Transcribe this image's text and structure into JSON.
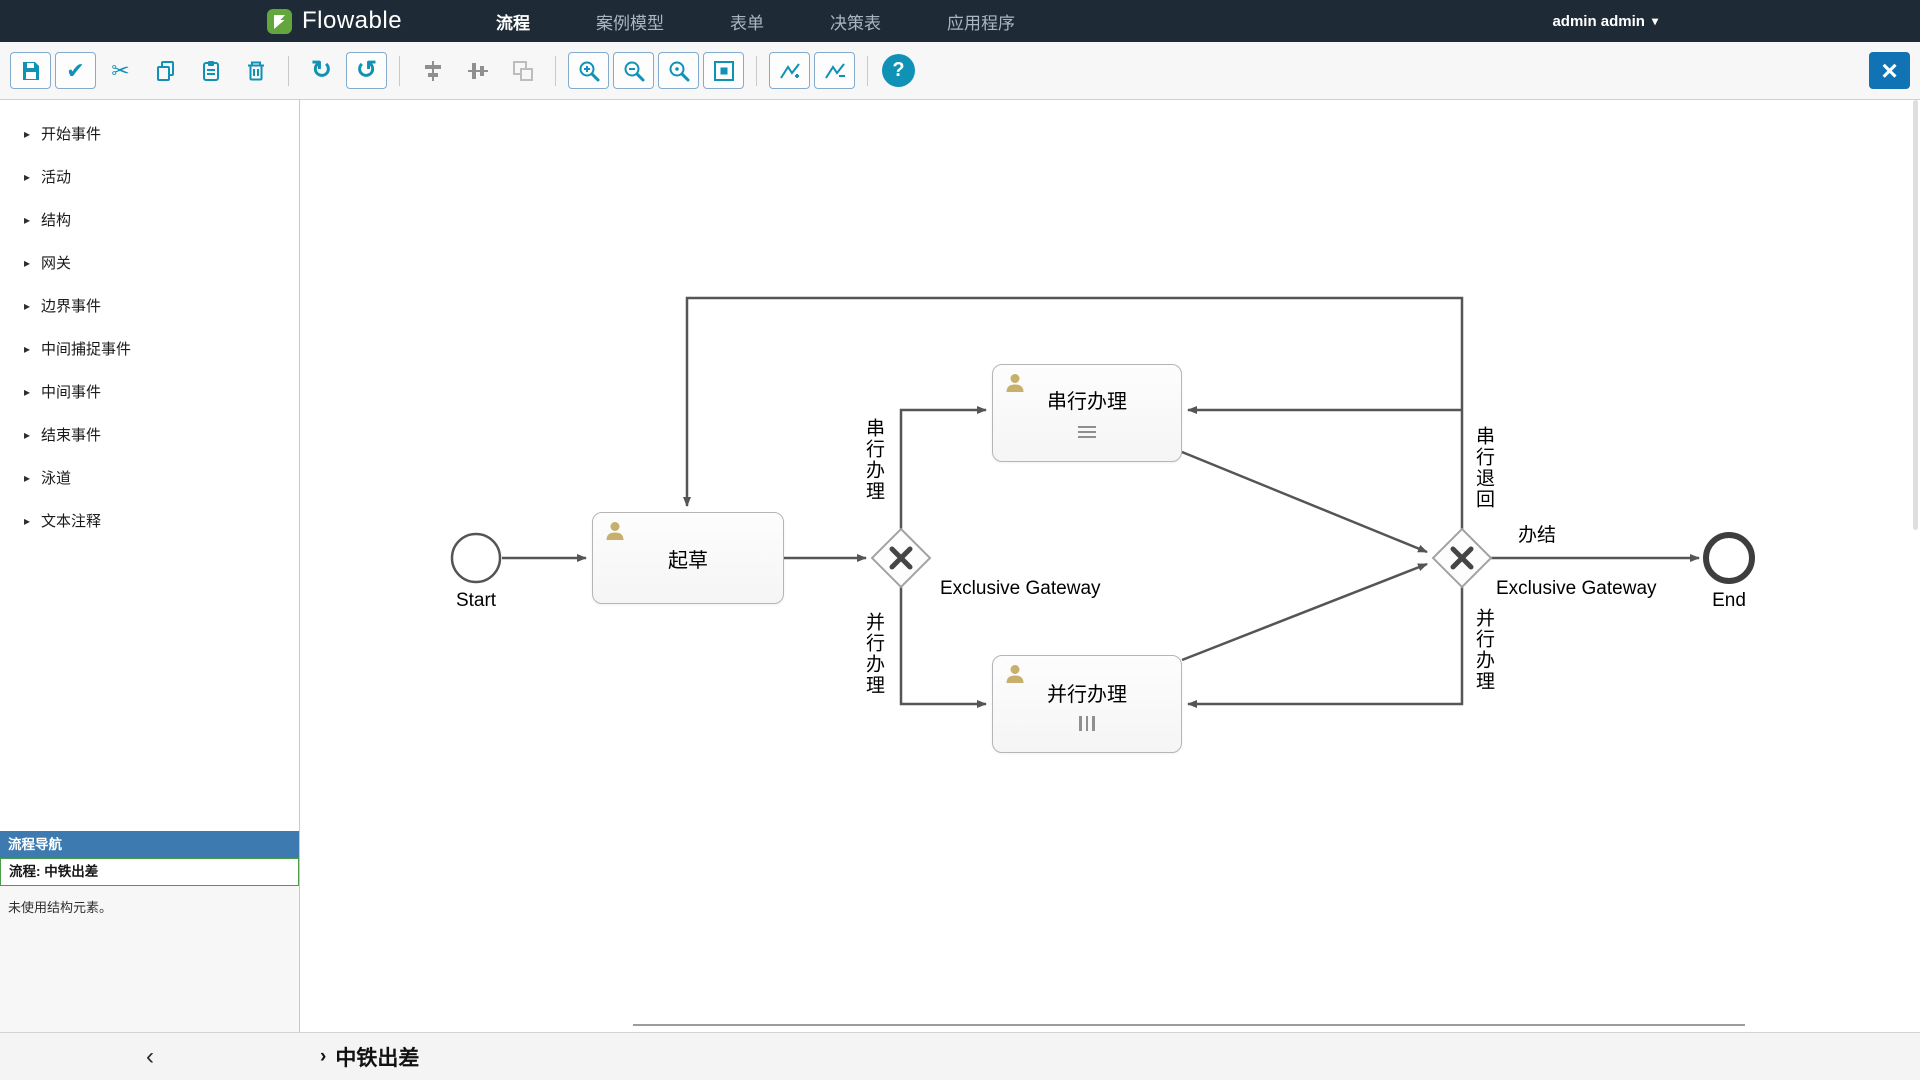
{
  "brand": {
    "name": "Flowable"
  },
  "nav": {
    "items": [
      "流程",
      "案例模型",
      "表单",
      "决策表",
      "应用程序"
    ],
    "active_item": "流程",
    "user": "admin admin"
  },
  "toolbar": {
    "buttons": [
      "save",
      "validate",
      "cut",
      "copy",
      "paste",
      "delete",
      "redo",
      "undo",
      "align-vertical",
      "align-horizontal",
      "same-size",
      "zoom-in",
      "zoom-out",
      "zoom-actual",
      "zoom-fit",
      "add-bendpoint",
      "remove-bendpoint",
      "help",
      "close"
    ],
    "accent_color": "#0f92b5",
    "close_color": "#1273b4"
  },
  "sidebar": {
    "palette": [
      "开始事件",
      "活动",
      "结构",
      "网关",
      "边界事件",
      "中间捕捉事件",
      "中间事件",
      "结束事件",
      "泳道",
      "文本注释"
    ],
    "navigator": {
      "title": "流程导航",
      "process": "流程: 中铁出差",
      "note": "未使用结构元素。"
    }
  },
  "diagram": {
    "nodes": {
      "start": "Start",
      "draft": "起草",
      "gateway1": "Exclusive Gateway",
      "serial": "串行办理",
      "parallel": "并行办理",
      "gateway2": "Exclusive Gateway",
      "end": "End"
    },
    "edges": {
      "to_serial": "串行办理",
      "to_parallel": "并行办理",
      "serial_return": "串行退回",
      "parallel_return": "并行办理",
      "finish": "办结"
    },
    "user_icon_color": "#c7b06b",
    "edge_color": "#555555"
  },
  "footer": {
    "title": "中铁出差"
  },
  "icons": {
    "chevron": "▸",
    "caret": "▾",
    "collapse": "‹",
    "breadcrumb": "›",
    "check": "✔",
    "scissors": "✂",
    "redo": "↻",
    "undo": "↺",
    "question": "?",
    "close": "×"
  }
}
